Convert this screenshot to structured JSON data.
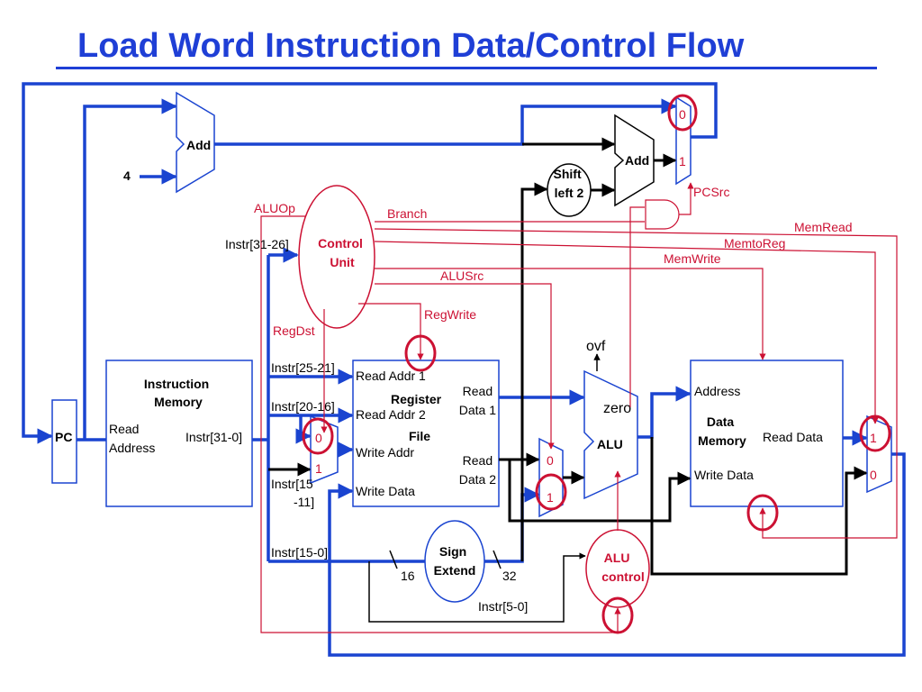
{
  "title": "Load Word Instruction Data/Control Flow",
  "colors": {
    "data_path": "#1a44d0",
    "control": "#cc1133",
    "title": "#1f3fd6"
  },
  "labels": {
    "add_top": "Add",
    "four": "4",
    "add_branch": "Add",
    "shift_left_2": [
      "Shift",
      "left 2"
    ],
    "pc": "PC",
    "instruction_memory": [
      "Instruction",
      "Memory"
    ],
    "read_address": [
      "Read",
      "Address"
    ],
    "instr_31_0": "Instr[31-0]",
    "aluop": "ALUOp",
    "control_unit": [
      "Control",
      "Unit"
    ],
    "branch": "Branch",
    "instr_31_26": "Instr[31-26]",
    "memread": "MemRead",
    "memtoreg": "MemtoReg",
    "memwrite": "MemWrite",
    "alusrc": "ALUSrc",
    "regwrite": "RegWrite",
    "regdst": "RegDst",
    "pcsrc": "PCSrc",
    "ovf": "ovf",
    "instr_25_21": "Instr[25-21]",
    "instr_20_16": "Instr[20-16]",
    "instr_15_11": [
      "Instr[15",
      "-11]"
    ],
    "instr_15_0": "Instr[15-0]",
    "read_addr_1": "Read Addr 1",
    "read_addr_2": "Read Addr 2",
    "write_addr": "Write Addr",
    "write_data_rf": "Write Data",
    "register_file": [
      "Register",
      "File"
    ],
    "read_data_1": [
      "Read",
      "Data 1"
    ],
    "read_data_2": [
      "Read",
      "Data 2"
    ],
    "zero": "zero",
    "alu": "ALU",
    "address": "Address",
    "data_memory": [
      "Data",
      "Memory"
    ],
    "read_data_dm": "Read Data",
    "write_data_dm": "Write Data",
    "sign_extend": [
      "Sign",
      "Extend"
    ],
    "bits_16": "16",
    "bits_32": "32",
    "instr_5_0": "Instr[5-0]",
    "alu_control": [
      "ALU",
      "control"
    ],
    "mux_pc": [
      "0",
      "1"
    ],
    "mux_regdst": [
      "0",
      "1"
    ],
    "mux_alusrc": [
      "0",
      "1"
    ],
    "mux_memtoreg": [
      "1",
      "0"
    ]
  }
}
